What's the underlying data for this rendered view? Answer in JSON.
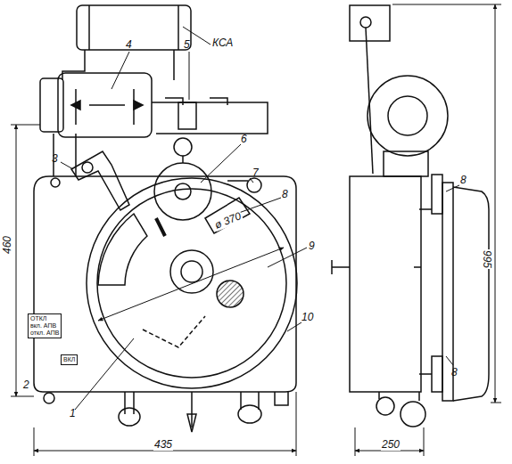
{
  "diagram": {
    "nodes": [
      {
        "text": [
          "ОТКЛ",
          "вкл. АПВ",
          "откл. АПВ"
        ]
      },
      {
        "text": [
          "ВКЛ"
        ]
      }
    ],
    "labels": [
      "КСА",
      "4",
      "5",
      "3",
      "6",
      "7",
      "8",
      "9",
      "ø 370",
      "460",
      "10",
      "2",
      "1",
      "435",
      "995",
      "250",
      "8",
      "8"
    ]
  }
}
